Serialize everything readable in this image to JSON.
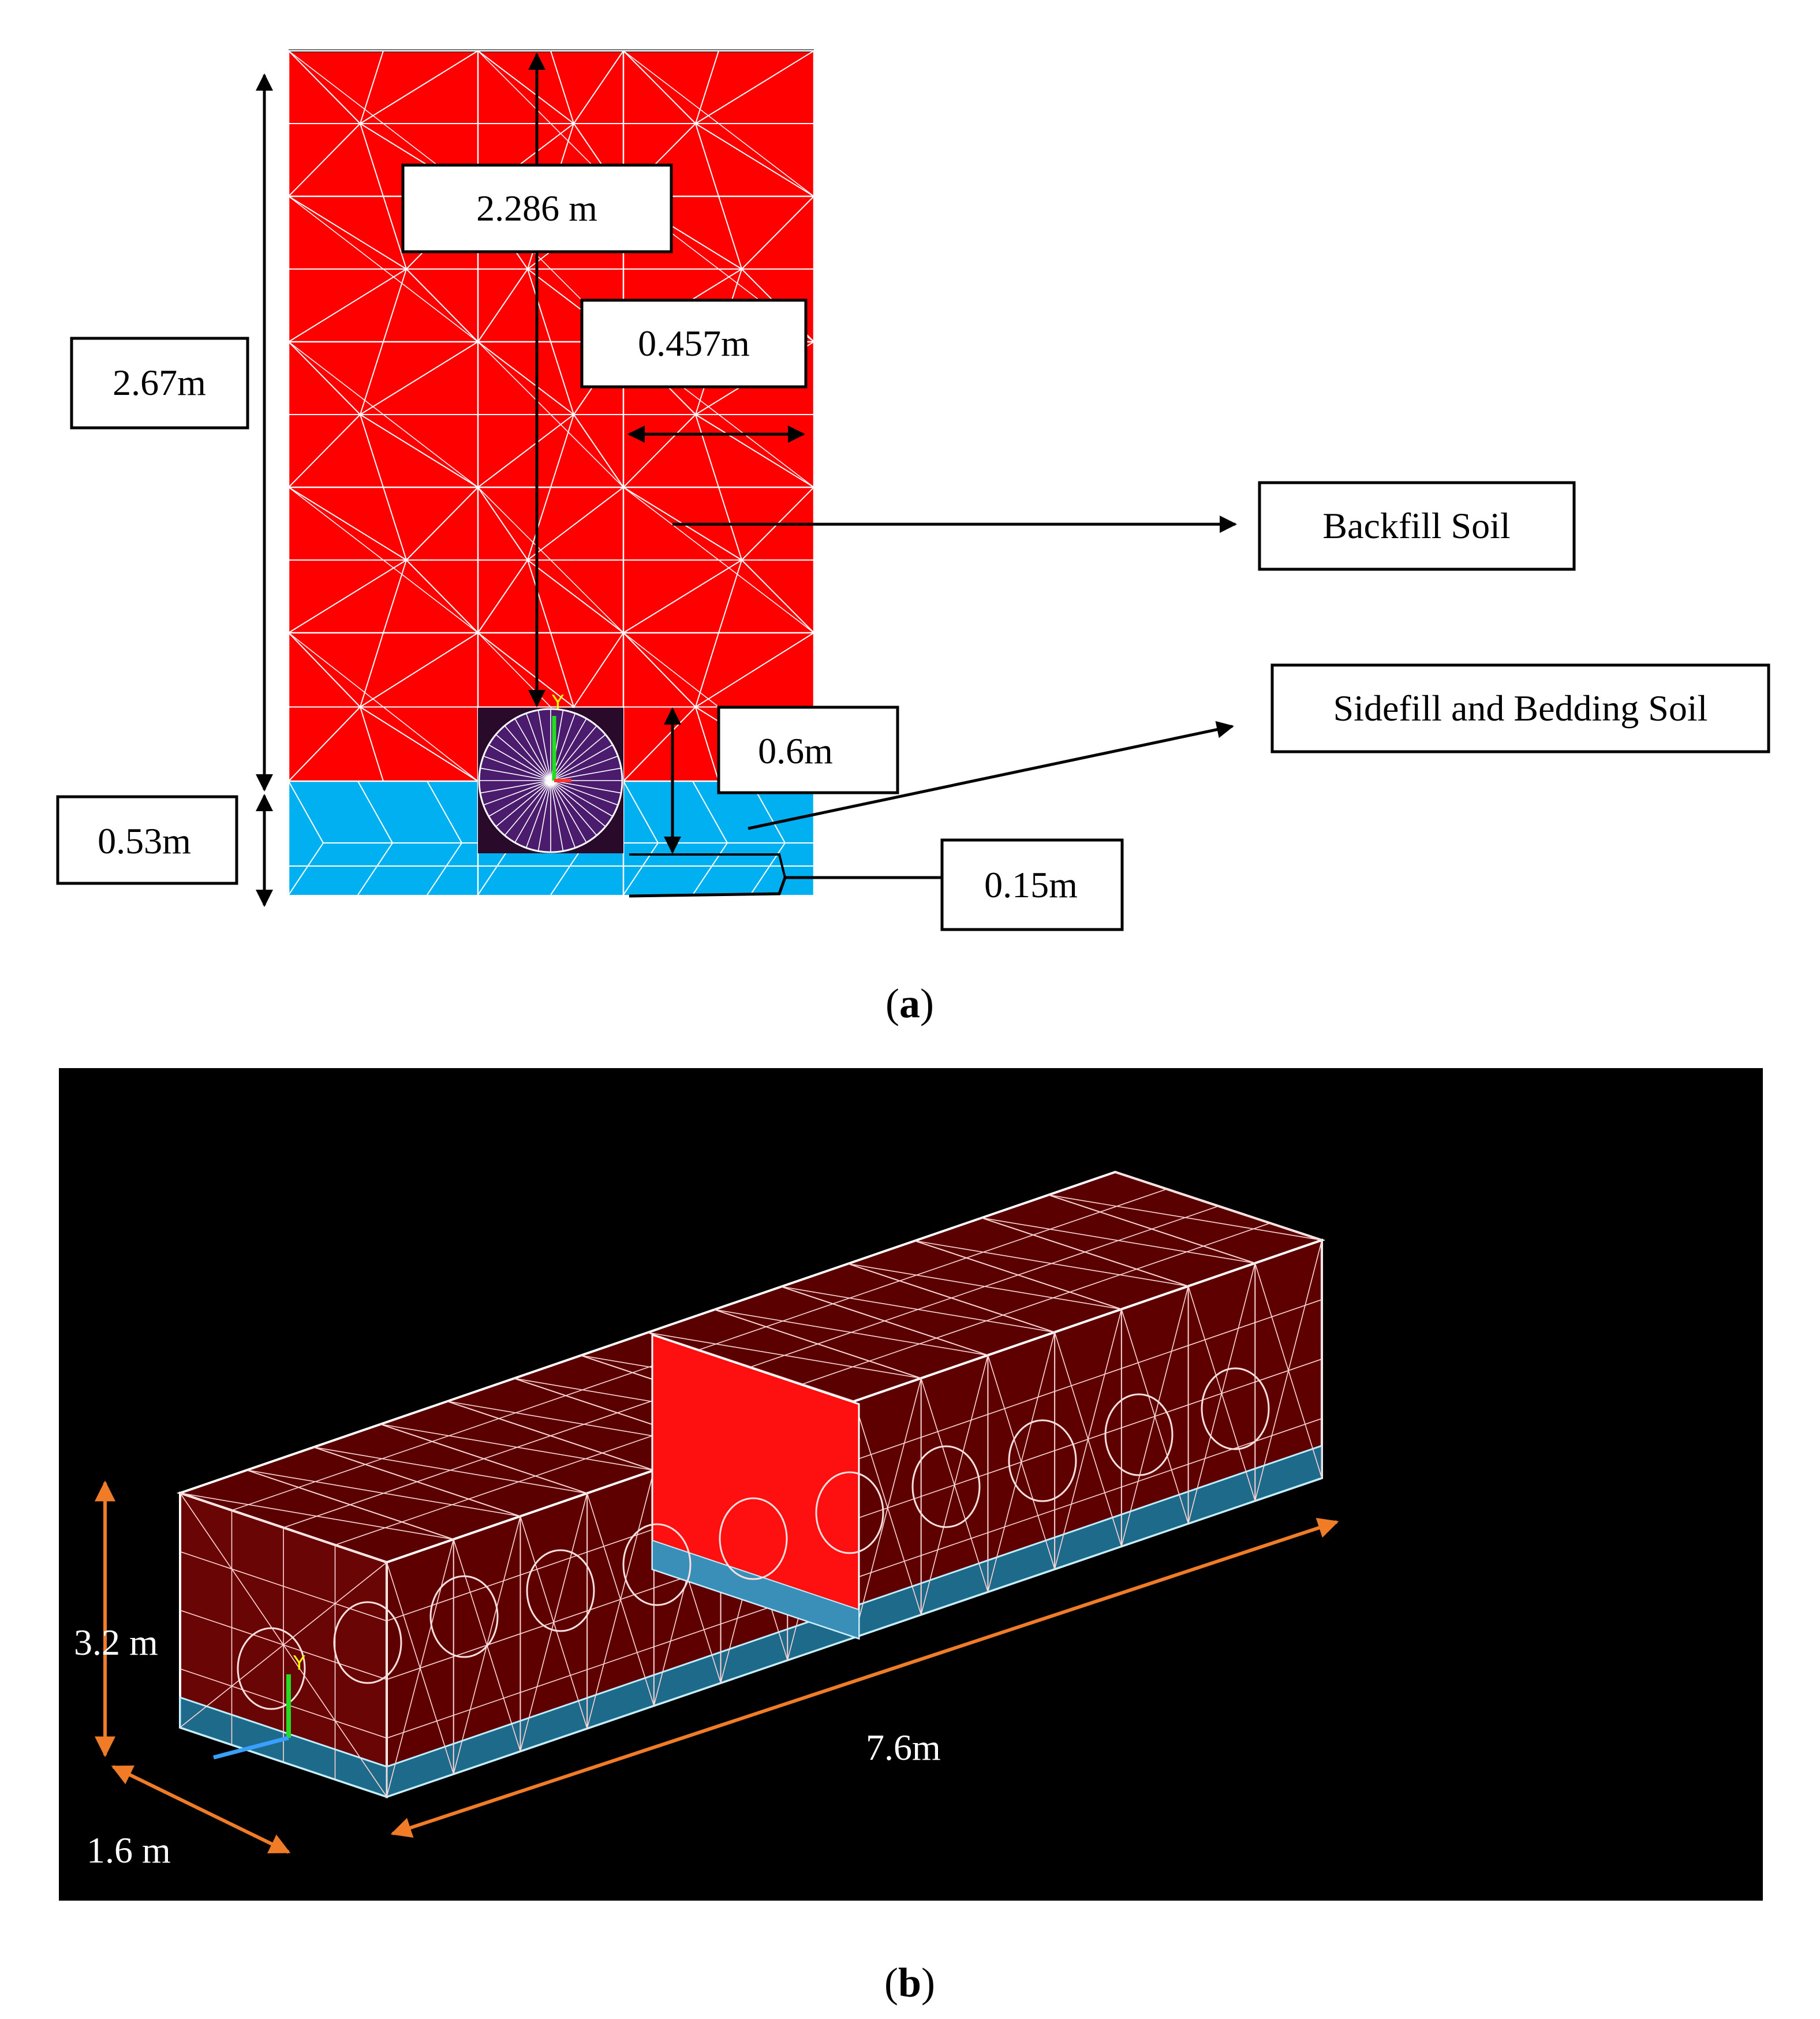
{
  "panel_a": {
    "labels": {
      "cover_depth": "2.286 m",
      "side_width": "0.457m",
      "total_height": "2.67m",
      "backfill": "Backfill Soil",
      "sidefill": "Sidefill and Bedding Soil",
      "pipe_diameter": "0.6m",
      "bedding_depth": "0.53m",
      "bedding_thickness": "0.15m"
    },
    "axis_label": "Y",
    "caption_open": "(",
    "caption_letter": "a",
    "caption_close": ")"
  },
  "panel_b": {
    "labels": {
      "height": "3.2 m",
      "width": "1.6 m",
      "length": "7.6m"
    },
    "axis_label": "Y",
    "caption_open": "(",
    "caption_letter": "b",
    "caption_close": ")"
  },
  "colors": {
    "backfill": "#ff0000",
    "sidefill": "#00b0f0",
    "mesh_lines": "#ffffff",
    "pipe": "#4b1c6e",
    "background_b": "#000000",
    "dimension_b": "#f07c28"
  }
}
